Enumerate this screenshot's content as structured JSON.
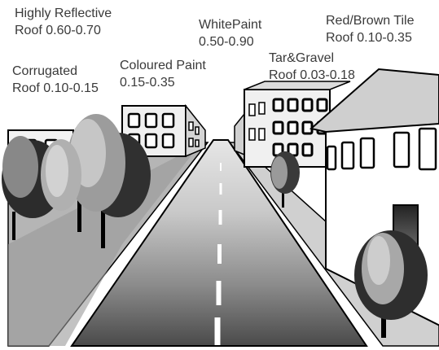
{
  "labels": {
    "highly_reflective": {
      "line1": "Highly Reflective",
      "line2": "Roof 0.60-0.70"
    },
    "white_paint": {
      "line1": "WhitePaint",
      "line2": "0.50-0.90"
    },
    "red_brown_tile": {
      "line1": "Red/Brown Tile",
      "line2": "Roof 0.10-0.35"
    },
    "corrugated": {
      "line1": "Corrugated",
      "line2": "Roof 0.10-0.15"
    },
    "coloured_paint": {
      "line1": "Coloured Paint",
      "line2": "0.15-0.35"
    },
    "tar_gravel": {
      "line1": "Tar&Gravel",
      "line2": "Roof 0.03-0.18"
    }
  },
  "colors": {
    "background": "#ffffff",
    "outline": "#000000",
    "building_light": "#f2f2f2",
    "building_shade": "#c8c8c8",
    "sidewalk": "#a8a8a8",
    "road_top": "#e6e6e6",
    "road_bottom": "#4a4a4a",
    "lane_marking": "#ffffff",
    "tree_dark": "#2a2a2a",
    "tree_mid": "#7a7a7a",
    "tree_light": "#bcbcbc",
    "text": "#3a3a3a"
  }
}
